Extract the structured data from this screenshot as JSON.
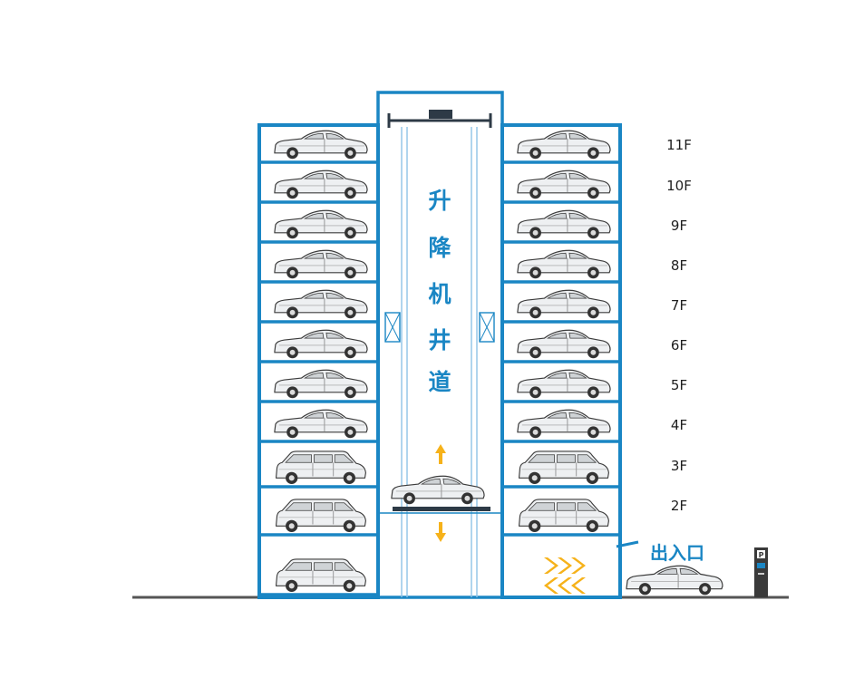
{
  "floors": [
    "11F",
    "10F",
    "9F",
    "8F",
    "7F",
    "6F",
    "5F",
    "4F",
    "3F",
    "2F"
  ],
  "shaft_label": [
    "升",
    "降",
    "机",
    "井",
    "道"
  ],
  "entrance_label": "出入口",
  "parking_sign": "P",
  "left_column_vehicles": [
    "sedan",
    "sedan",
    "sedan",
    "sedan",
    "sedan",
    "sedan",
    "sedan",
    "sedan",
    "wagon",
    "wagon",
    "wagon"
  ],
  "right_column_vehicles": [
    "sedan",
    "sedan",
    "sedan",
    "sedan",
    "sedan",
    "sedan",
    "sedan",
    "sedan",
    "wagon",
    "wagon"
  ],
  "colors": {
    "frame_blue": "#1a86c4",
    "light_blue": "#8ec3e6",
    "arrow_orange": "#f6b21a",
    "ground": "#555555",
    "text": "#1e1e1e"
  },
  "icons": [
    "up-arrow-icon",
    "down-arrow-icon",
    "chevron-arrows-icon",
    "parking-pay-station-icon"
  ]
}
